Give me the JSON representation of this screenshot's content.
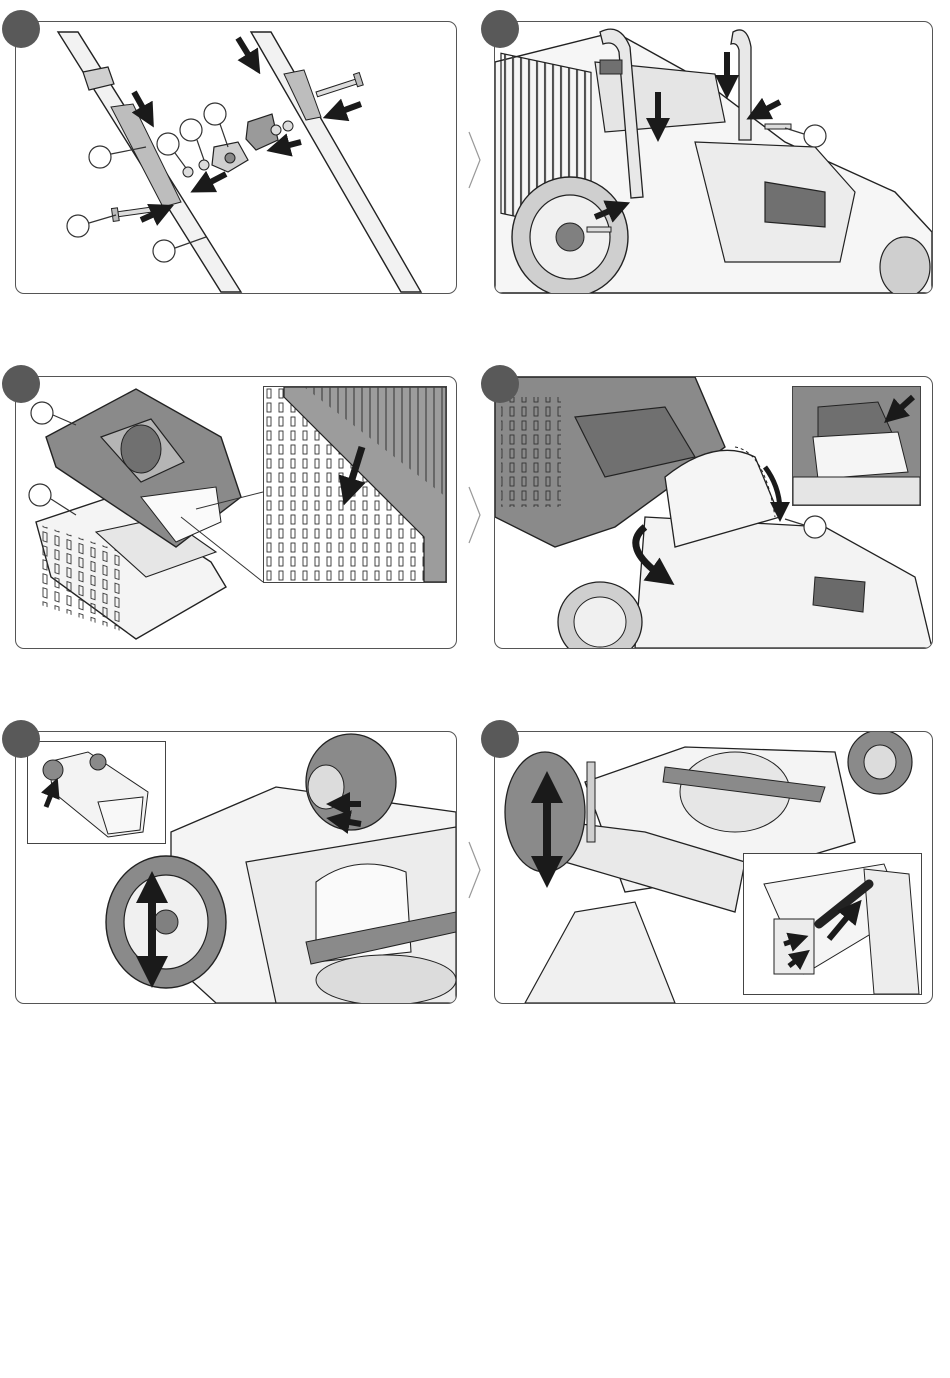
{
  "page": {
    "layout": "assembly-instructions-3x2-grid",
    "callout_label_text": [],
    "colors": {
      "outline": "#222222",
      "panel_border": "#555555",
      "badge_fill": "#595959",
      "part_light": "#efefef",
      "part_mid": "#bdbdbd",
      "part_dark": "#707070",
      "arrow": "#1a1a1a"
    }
  },
  "panels": [
    {
      "id": "handle-assembly",
      "icons": [
        "step-badge",
        "bolt-icon",
        "washer-icon",
        "wing-nut-icon",
        "arrow-icon"
      ],
      "callouts": 6
    },
    {
      "id": "handle-mounting",
      "icons": [
        "step-badge",
        "bolt-icon",
        "arrow-icon"
      ],
      "callouts": 1
    },
    {
      "id": "grass-box-assembly",
      "icons": [
        "step-badge",
        "zoom-inset",
        "arrow-icon"
      ],
      "callouts": 2
    },
    {
      "id": "grass-box-attach",
      "icons": [
        "step-badge",
        "zoom-inset",
        "curved-arrow-icon"
      ],
      "callouts": 1
    },
    {
      "id": "height-adjust-front",
      "icons": [
        "step-badge",
        "zoom-inset",
        "double-arrow-icon"
      ],
      "callouts": 0
    },
    {
      "id": "height-adjust-rear",
      "icons": [
        "step-badge",
        "zoom-inset",
        "double-arrow-icon"
      ],
      "callouts": 0
    }
  ]
}
